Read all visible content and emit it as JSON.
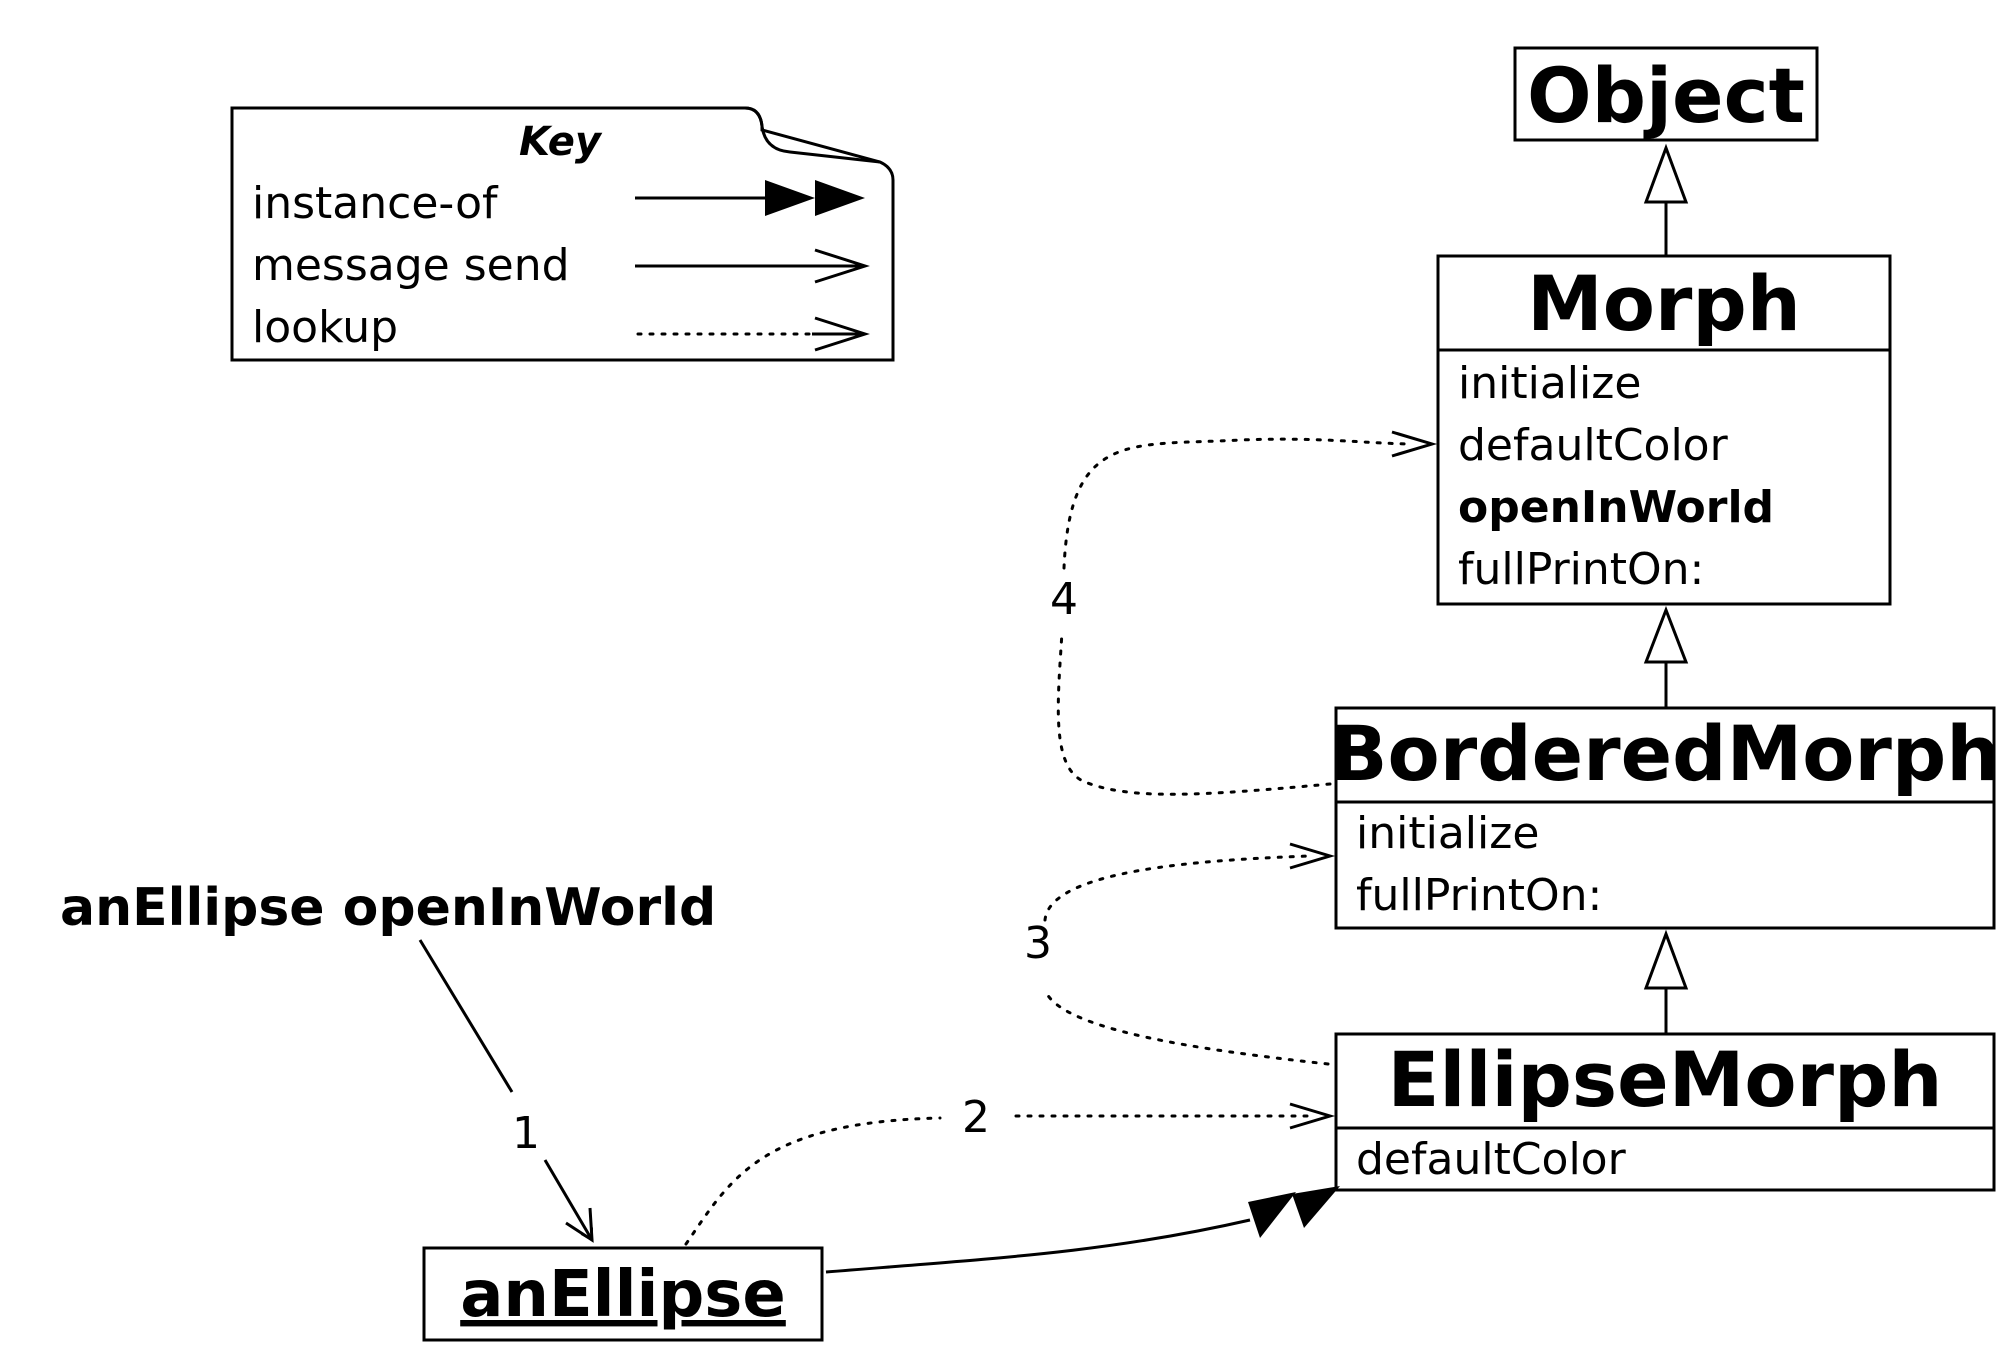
{
  "key": {
    "title": "Key",
    "rows": [
      {
        "label": "instance-of"
      },
      {
        "label": "message send"
      },
      {
        "label": "lookup"
      }
    ]
  },
  "classes": {
    "object": {
      "name": "Object"
    },
    "morph": {
      "name": "Morph",
      "methods": [
        "initialize",
        "defaultColor",
        "openInWorld",
        "fullPrintOn:"
      ],
      "bold_method": "openInWorld"
    },
    "bordered": {
      "name": "BorderedMorph",
      "methods": [
        "initialize",
        "fullPrintOn:"
      ]
    },
    "ellipse": {
      "name": "EllipseMorph",
      "methods": [
        "defaultColor"
      ]
    }
  },
  "message": "anEllipse openInWorld",
  "instance": "anEllipse",
  "steps": [
    "1",
    "2",
    "3",
    "4"
  ]
}
